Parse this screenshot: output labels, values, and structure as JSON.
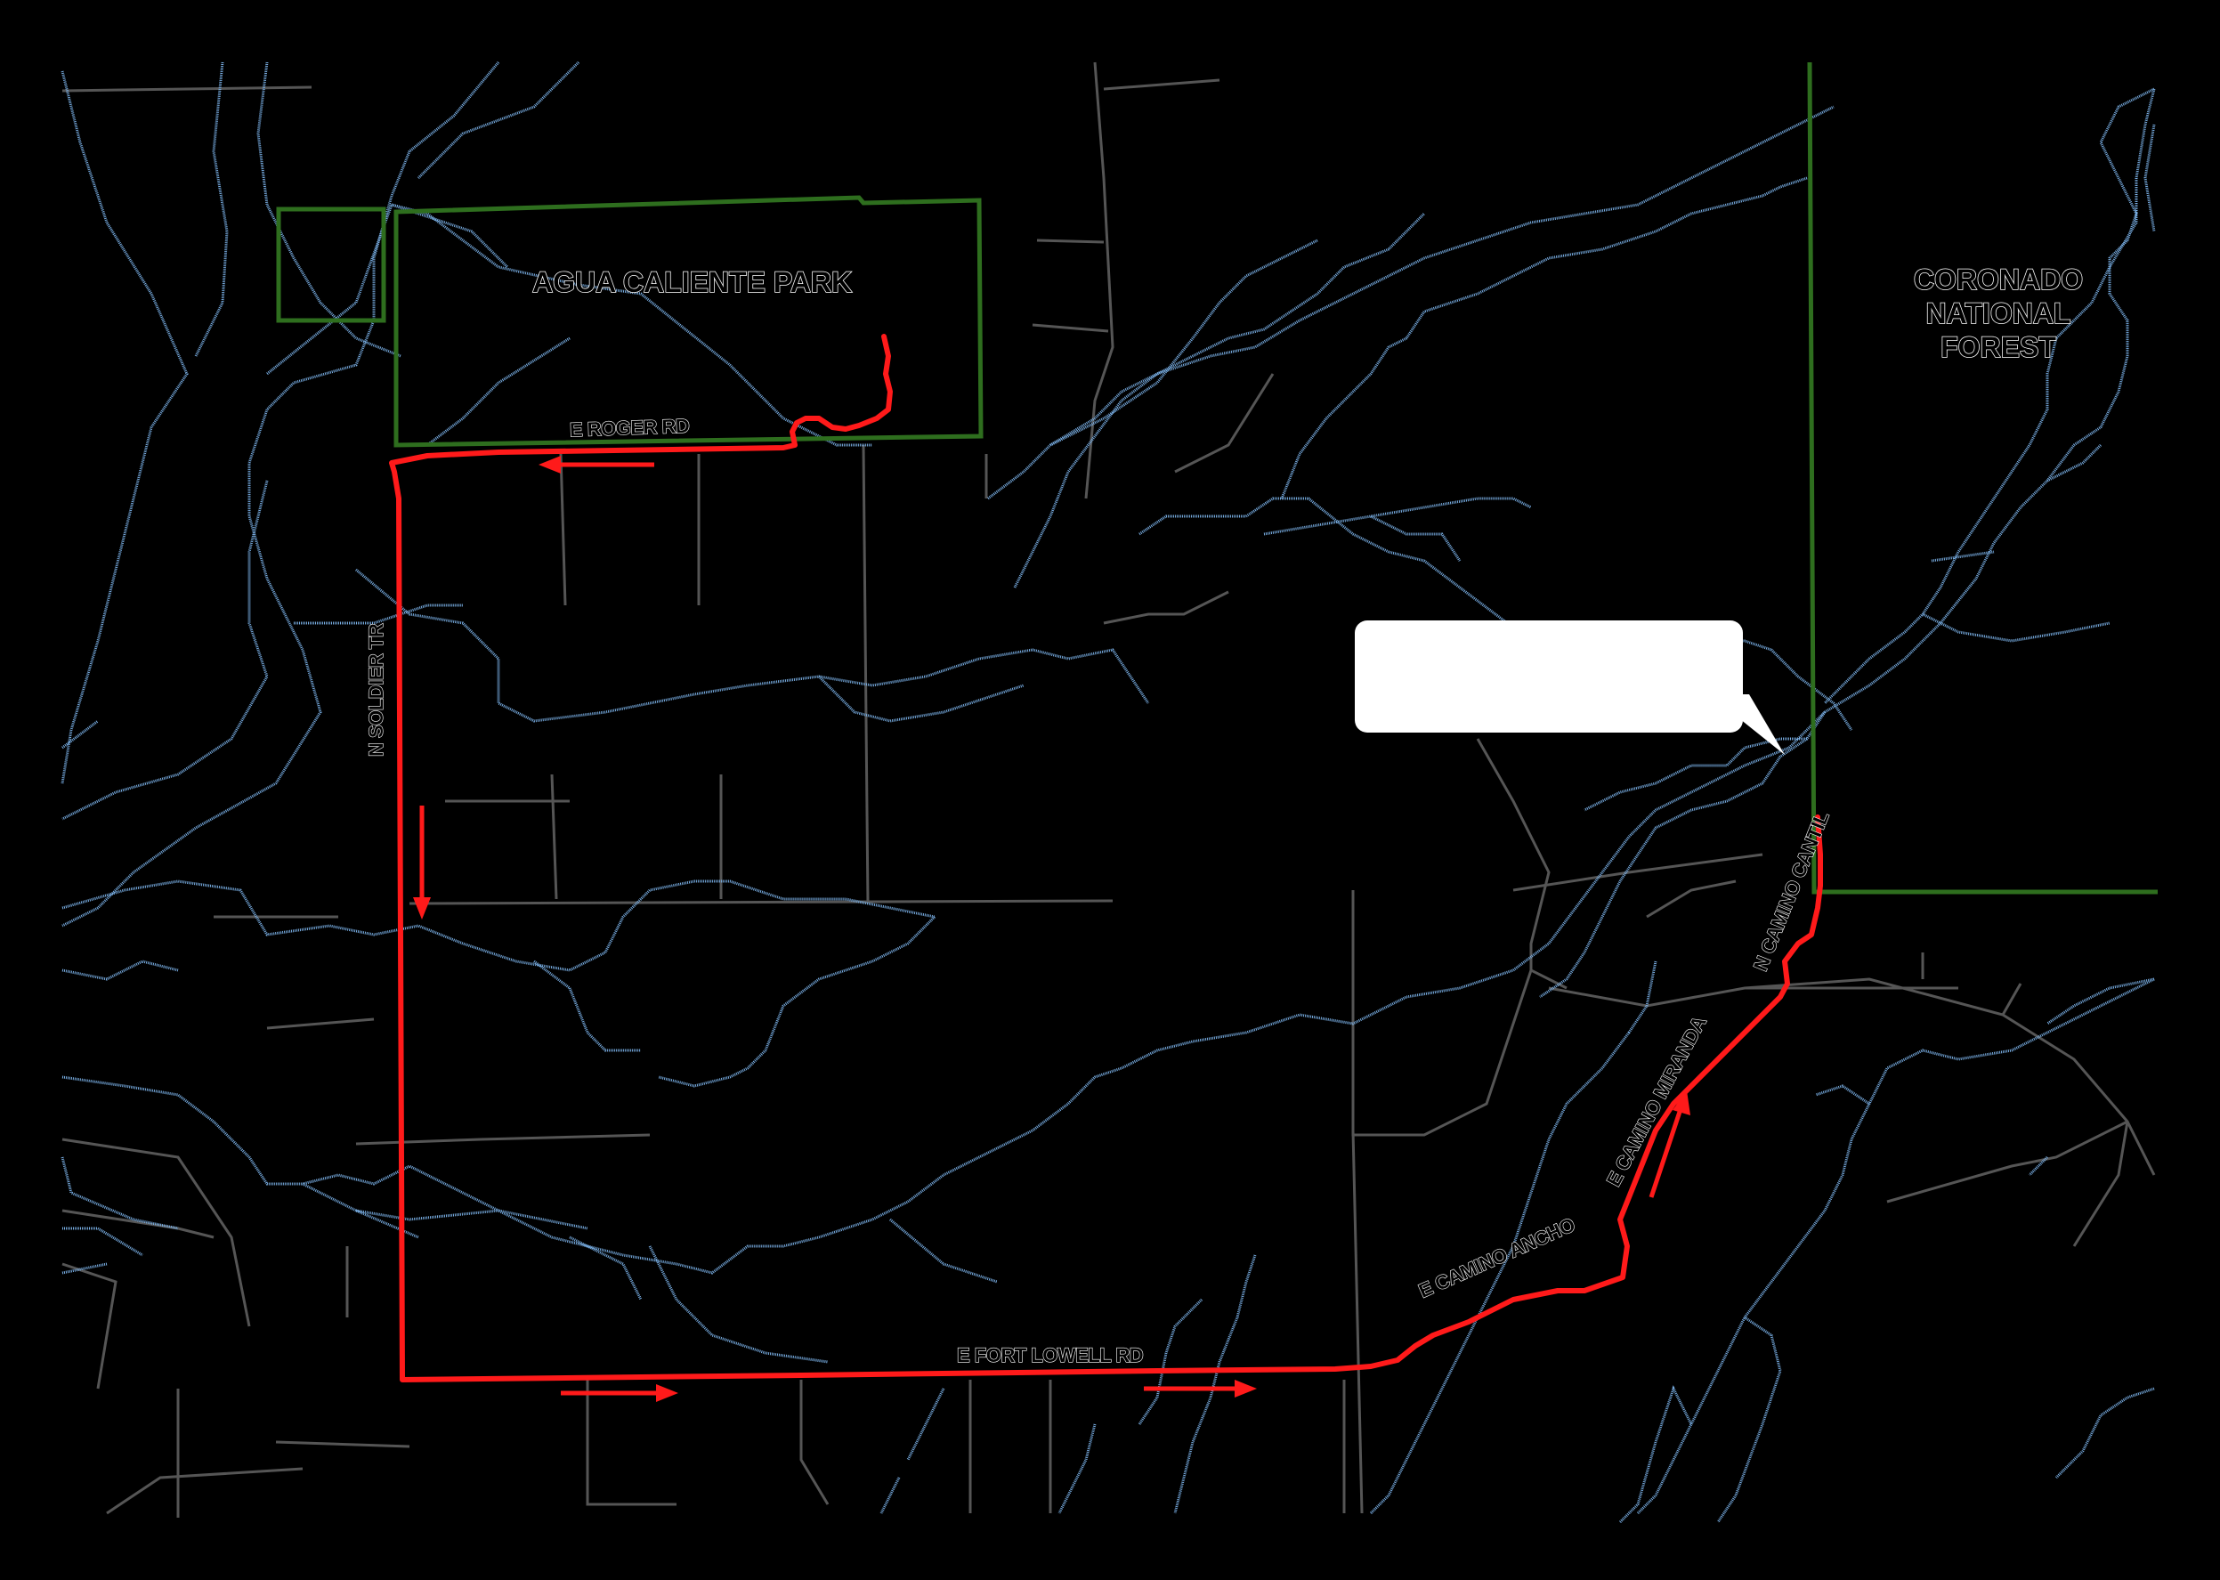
{
  "map": {
    "areas": {
      "park": "AGUA CALIENTE PARK",
      "forest": "CORONADO\nNATIONAL\nFOREST"
    },
    "streets": {
      "roger": "E ROGER RD",
      "soldier": "N SOLDIER TR",
      "fort_lowell": "E FORT LOWELL RD",
      "ancho": "E CAMINO ANCHO",
      "miranda": "E CAMINO MIRANDA",
      "cantil": "N CAMINO CANTIL"
    },
    "callout_text": "",
    "colors": {
      "background": "#000000",
      "route": "#ff1a1a",
      "boundary": "#2e6e1e",
      "washes": "#7ab0e6",
      "roads": "#555555",
      "labels": "#ffffff"
    }
  }
}
